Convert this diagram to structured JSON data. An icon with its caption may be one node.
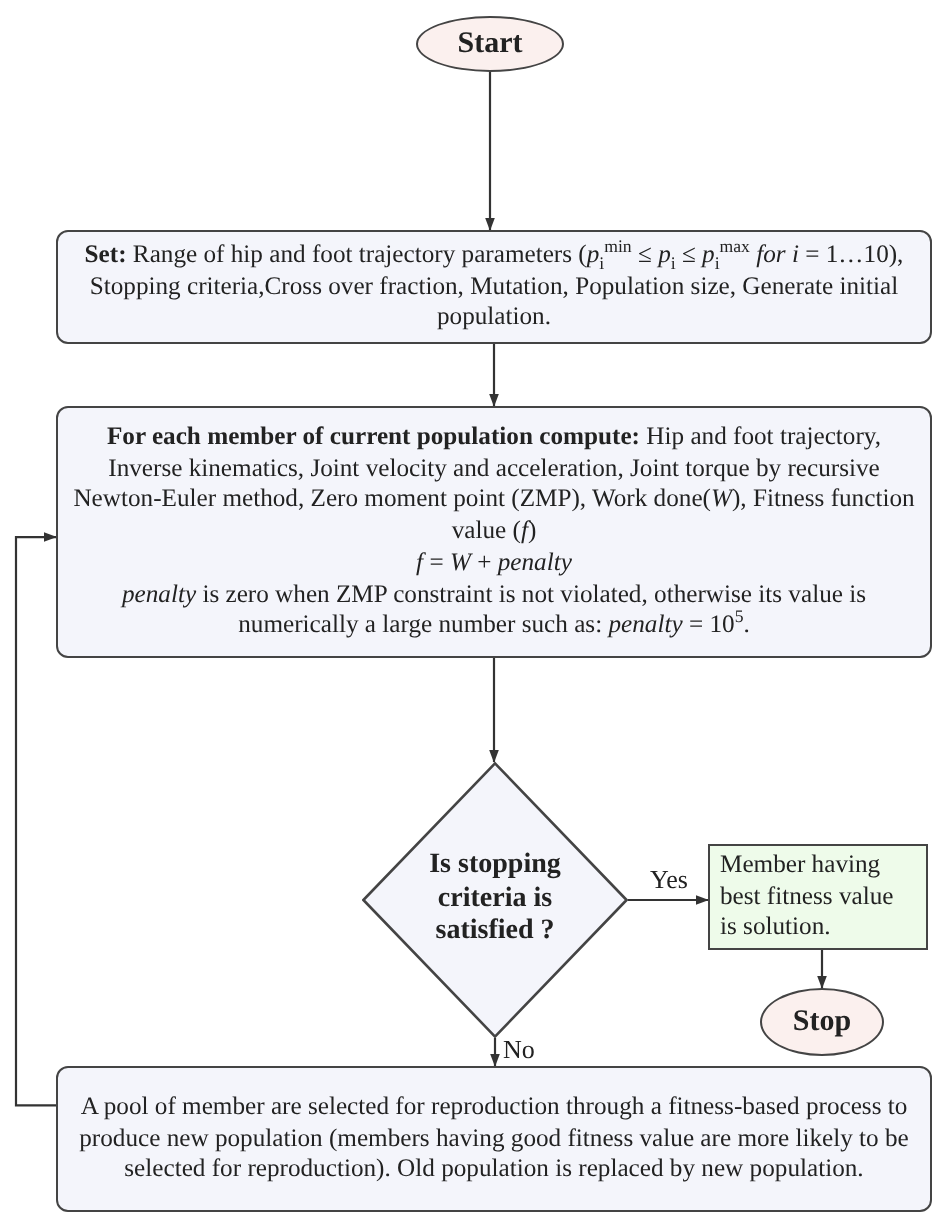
{
  "diagram": {
    "nodes": [
      {
        "text": [
          "Start"
        ]
      },
      {
        "text": [
          "**Set:** Range of hip and foot trajectory parameters (*p*$_{i}$$^{min}$ ≤ *p*$_{i}$ ≤ *p*$_{i}$$^{max}$ *for* *i* = 1…10), Stopping criteria,Cross over fraction, Mutation, Population size, Generate initial population."
        ]
      },
      {
        "text": [
          "**For each member of current population compute:** Hip and foot trajectory, Inverse kinematics, Joint velocity and acceleration, Joint torque by recursive Newton-Euler method, Zero moment point (ZMP), Work done(*W*), Fitness function value (*f*)",
          "*f* = *W* + *penalty*",
          "*penalty* is zero when ZMP constraint is not violated, otherwise its value is numerically a large number such as: *penalty* = 10$^{5}$."
        ]
      },
      {
        "text": [
          "Is stopping criteria is satisfied ?"
        ]
      },
      {
        "text": [
          "Member having best fitness value is solution."
        ]
      },
      {
        "text": [
          "Stop"
        ]
      },
      {
        "text": [
          "A pool of member are selected for reproduction through a fitness-based process to produce new population (members having good fitness value are more likely to be selected for reproduction). Old population is replaced by new population."
        ]
      }
    ],
    "edges": [
      {
        "from": 0,
        "to": 1,
        "arrow": "to"
      },
      {
        "from": 1,
        "to": 2,
        "arrow": "to"
      },
      {
        "from": 2,
        "to": 3,
        "arrow": "to"
      },
      {
        "from": 3,
        "to": 4,
        "arrow": "to",
        "label": "Yes"
      },
      {
        "from": 4,
        "to": 5,
        "arrow": "to"
      },
      {
        "from": 3,
        "to": 6,
        "arrow": "to",
        "label": "No"
      },
      {
        "from": 6,
        "to": 2,
        "arrow": "to"
      }
    ]
  }
}
